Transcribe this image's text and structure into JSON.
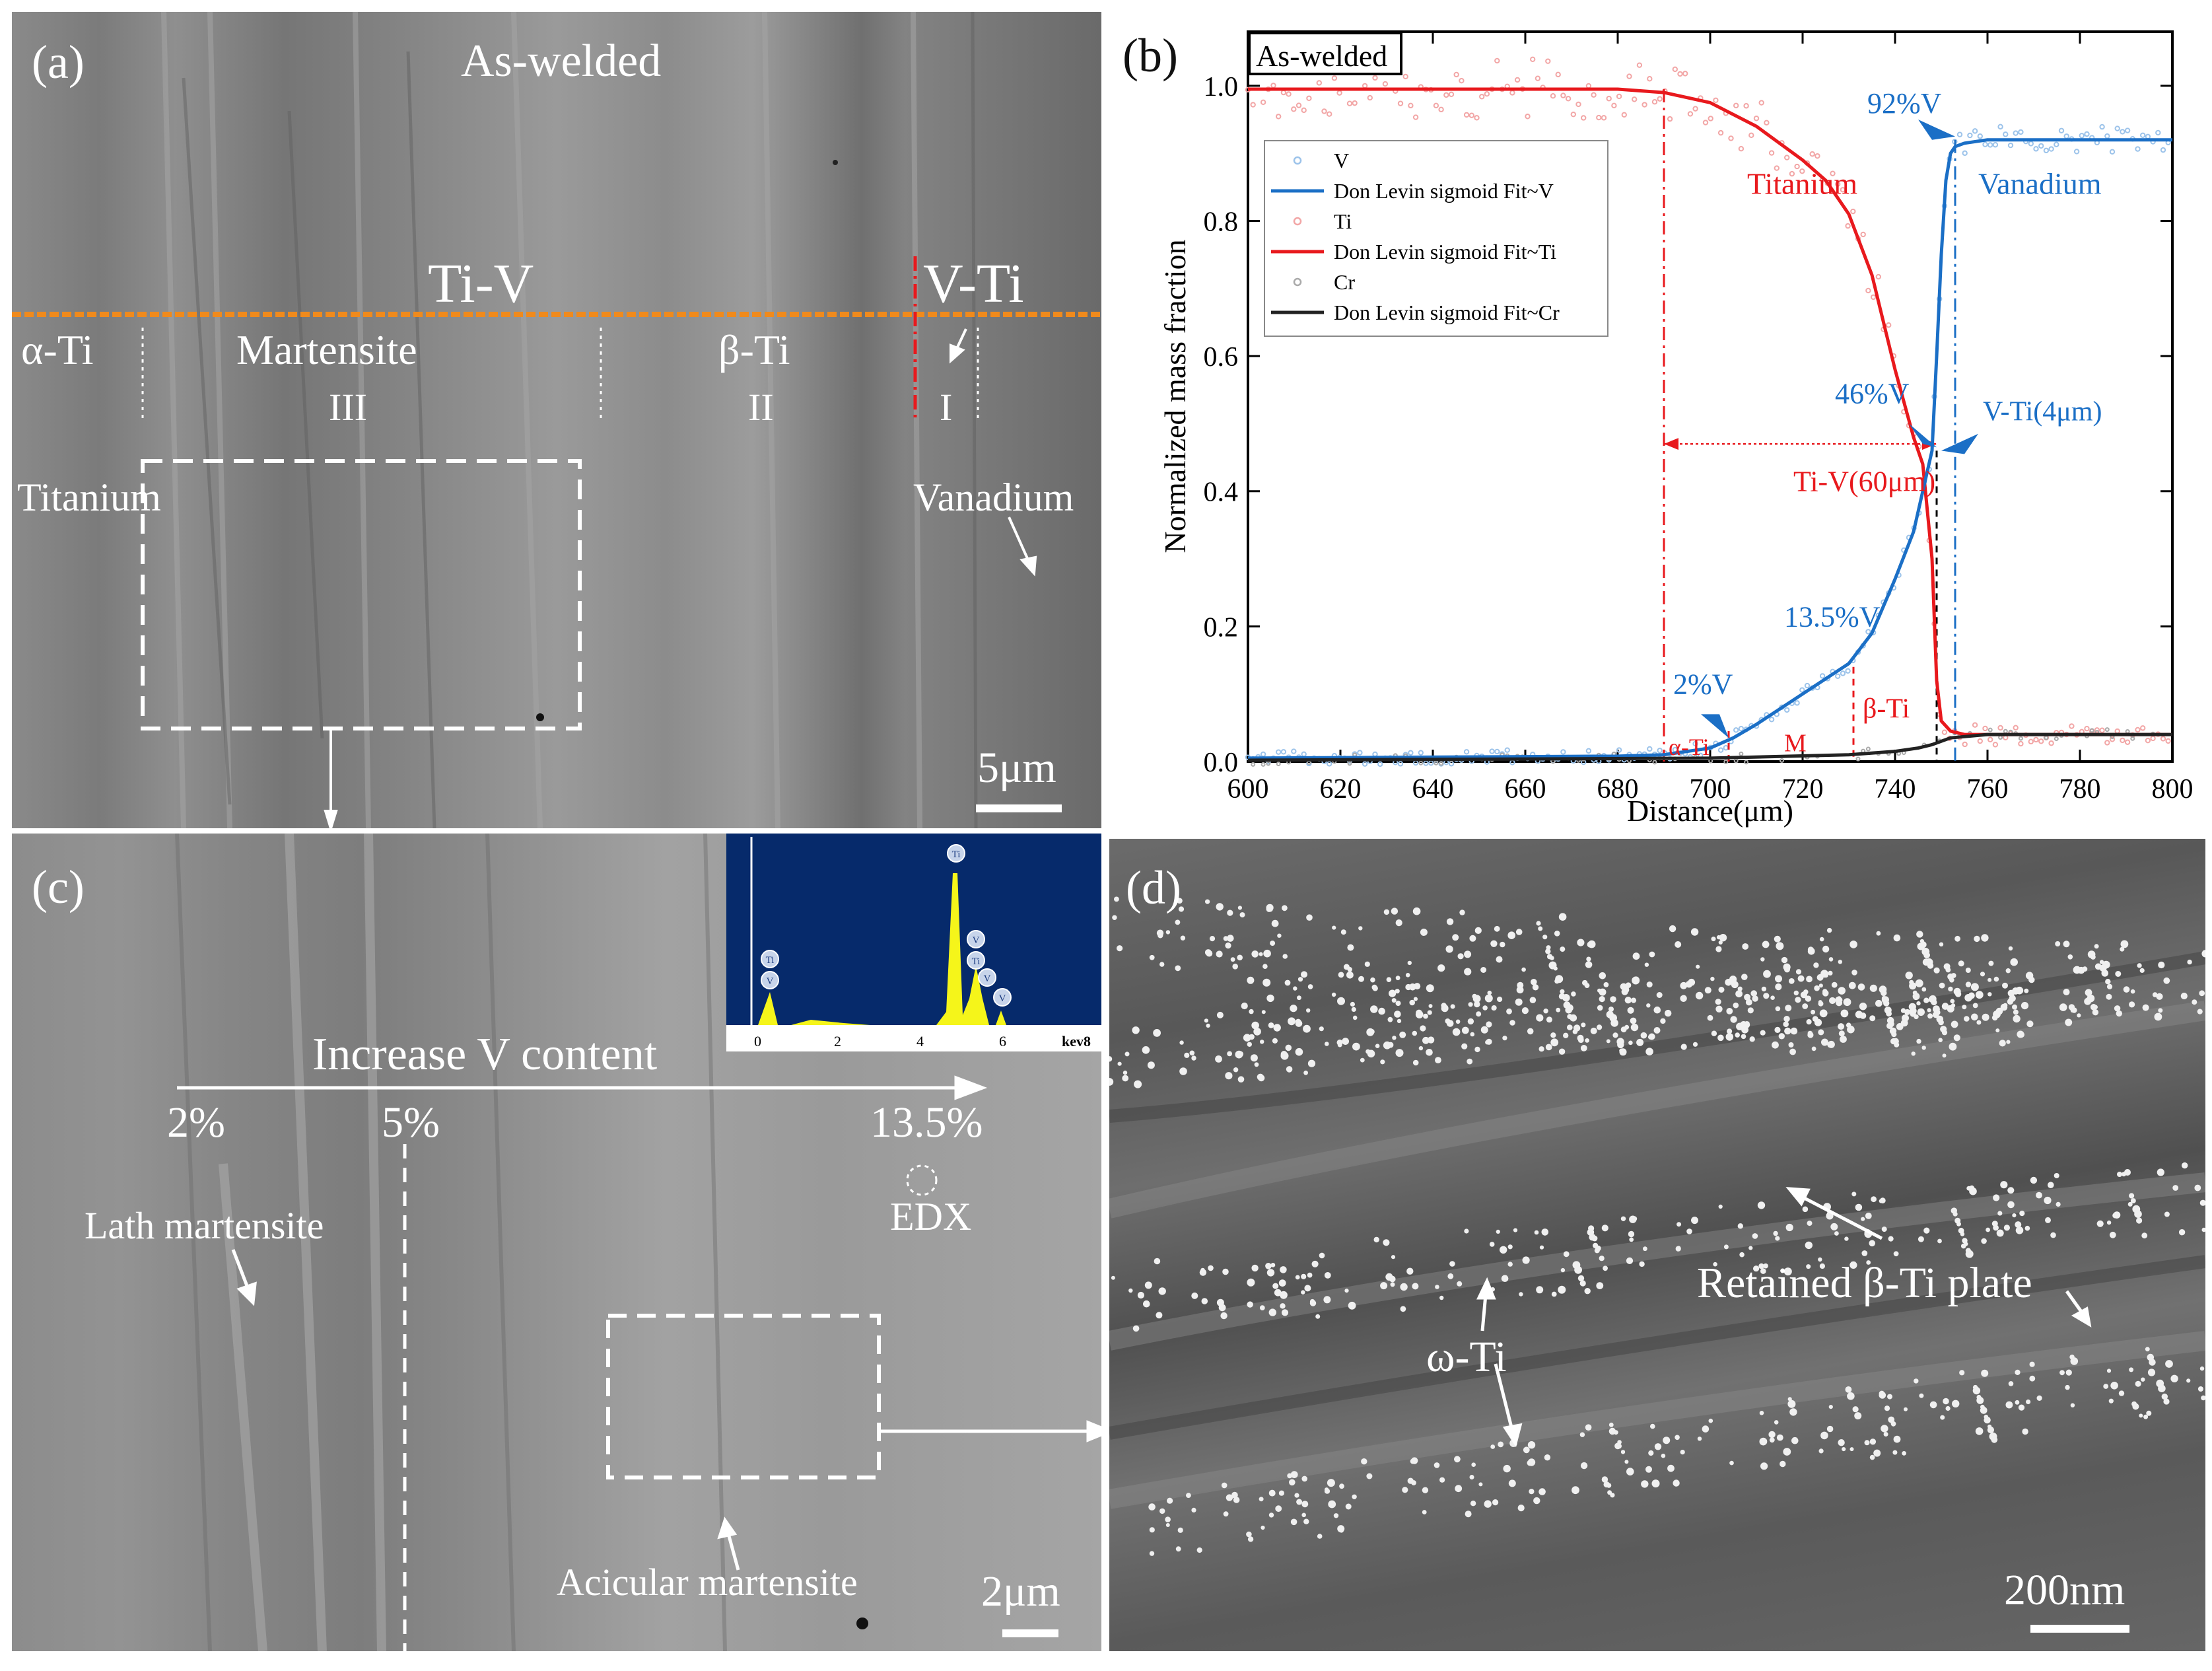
{
  "panel_a": {
    "label": "(a)",
    "title": "As-welded",
    "ti_v": "Ti-V",
    "v_ti": "V-Ti",
    "alpha_ti": "α-Ti",
    "martensite": "Martensite",
    "beta_ti": "β-Ti",
    "zone_3": "III",
    "zone_2": "II",
    "zone_1": "I",
    "titanium": "Titanium",
    "vanadium": "Vanadium",
    "scale": "5μm"
  },
  "panel_c": {
    "label": "(c)",
    "increase": "Increase V content",
    "p2": "2%",
    "p5": "5%",
    "p135": "13.5%",
    "edx": "EDX",
    "lath": "Lath martensite",
    "acicular": "Acicular martensite",
    "scale": "2μm",
    "inset": {
      "peaks": [
        "Ti",
        "V",
        "Ti",
        "V",
        "Ti",
        "V",
        "V"
      ],
      "ticks": [
        "0",
        "2",
        "4",
        "6"
      ],
      "unit": "kev8"
    }
  },
  "panel_d": {
    "label": "(d)",
    "beta_plate": "Retained β-Ti plate",
    "omega": "ω-Ti",
    "scale": "200nm"
  },
  "colors": {
    "ti": "#e8191d",
    "v": "#1b6fc6",
    "cr": "#222222",
    "ti_pts": "#f2a6a6",
    "v_pts": "#9cc3ea",
    "cr_pts": "#aaaaaa"
  },
  "chart_data": {
    "type": "line",
    "panel_label": "(b)",
    "title": "As-welded",
    "xlabel": "Distance(μm)",
    "ylabel": "Normalized mass fraction",
    "xlim": [
      600,
      800
    ],
    "ylim": [
      0.0,
      1.08
    ],
    "xticks": [
      "600",
      "620",
      "640",
      "660",
      "680",
      "700",
      "720",
      "740",
      "760",
      "780",
      "800"
    ],
    "yticks": [
      "0.0",
      "0.2",
      "0.4",
      "0.6",
      "0.8",
      "1.0"
    ],
    "legend": [
      "V",
      "Don Levin sigmoid Fit~V",
      "Ti",
      "Don Levin sigmoid Fit~Ti",
      "Cr",
      "Don Levin sigmoid Fit~Cr"
    ],
    "legend_position": "upper-left",
    "series": [
      {
        "name": "Don Levin sigmoid Fit~Ti",
        "x": [
          600,
          650,
          680,
          690,
          700,
          710,
          720,
          725,
          730,
          735,
          740,
          744,
          746,
          748,
          749,
          750,
          752,
          755,
          760,
          780,
          800
        ],
        "y": [
          0.995,
          0.995,
          0.995,
          0.99,
          0.975,
          0.94,
          0.89,
          0.86,
          0.81,
          0.72,
          0.58,
          0.48,
          0.44,
          0.3,
          0.12,
          0.06,
          0.045,
          0.04,
          0.04,
          0.04,
          0.04
        ]
      },
      {
        "name": "Don Levin sigmoid Fit~V",
        "x": [
          600,
          680,
          690,
          700,
          705,
          710,
          720,
          730,
          735,
          740,
          744,
          746,
          748,
          749,
          750,
          751,
          752,
          753,
          755,
          760,
          780,
          800
        ],
        "y": [
          0.005,
          0.008,
          0.01,
          0.02,
          0.035,
          0.055,
          0.1,
          0.145,
          0.19,
          0.27,
          0.34,
          0.4,
          0.46,
          0.6,
          0.75,
          0.86,
          0.9,
          0.91,
          0.915,
          0.92,
          0.92,
          0.92
        ]
      },
      {
        "name": "Don Levin sigmoid Fit~Cr",
        "x": [
          600,
          700,
          730,
          740,
          745,
          748,
          750,
          752,
          760,
          780,
          800
        ],
        "y": [
          0.002,
          0.005,
          0.01,
          0.015,
          0.02,
          0.025,
          0.03,
          0.035,
          0.04,
          0.04,
          0.04
        ]
      }
    ],
    "annotations": {
      "titanium": "Titanium",
      "vanadium": "Vanadium",
      "v92": "92%V",
      "v46": "46%V",
      "v135": "13.5%V",
      "v2": "2%V",
      "tiv": "Ti-V(60μm)",
      "vti": "V-Ti(4μm)",
      "alpha": "α-Ti",
      "m": "M",
      "beta": "β-Ti"
    },
    "markers_x": [
      690,
      704,
      731,
      749,
      753
    ]
  }
}
